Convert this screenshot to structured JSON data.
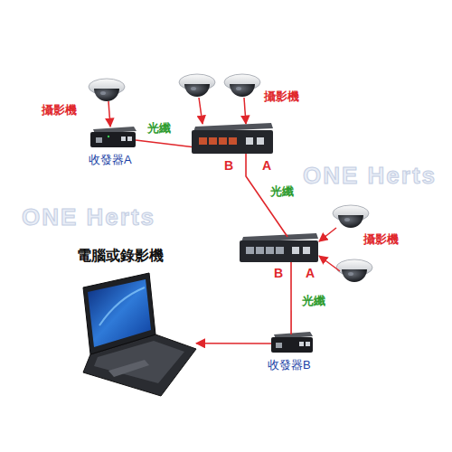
{
  "diagram": {
    "nodes": [
      {
        "text": [
          "收發器A"
        ]
      },
      {
        "text": [
          "B",
          "A"
        ]
      },
      {
        "text": [
          "B",
          "A"
        ]
      },
      {
        "text": [
          "電腦或錄影機"
        ]
      },
      {
        "text": [
          "收發器B"
        ]
      }
    ],
    "edges": [
      {
        "from": 0,
        "to": 1,
        "label": "光纖",
        "arrow": "none"
      },
      {
        "from": 1,
        "to": 2,
        "label": "光纖",
        "arrow": "none"
      },
      {
        "from": 2,
        "to": 4,
        "label": "光纖",
        "arrow": "none"
      },
      {
        "from": 4,
        "to": 3,
        "arrow": "to"
      }
    ],
    "labels": [
      "攝影機",
      "攝影機",
      "攝影機",
      "ONE Herts",
      "ONE Herts"
    ]
  }
}
